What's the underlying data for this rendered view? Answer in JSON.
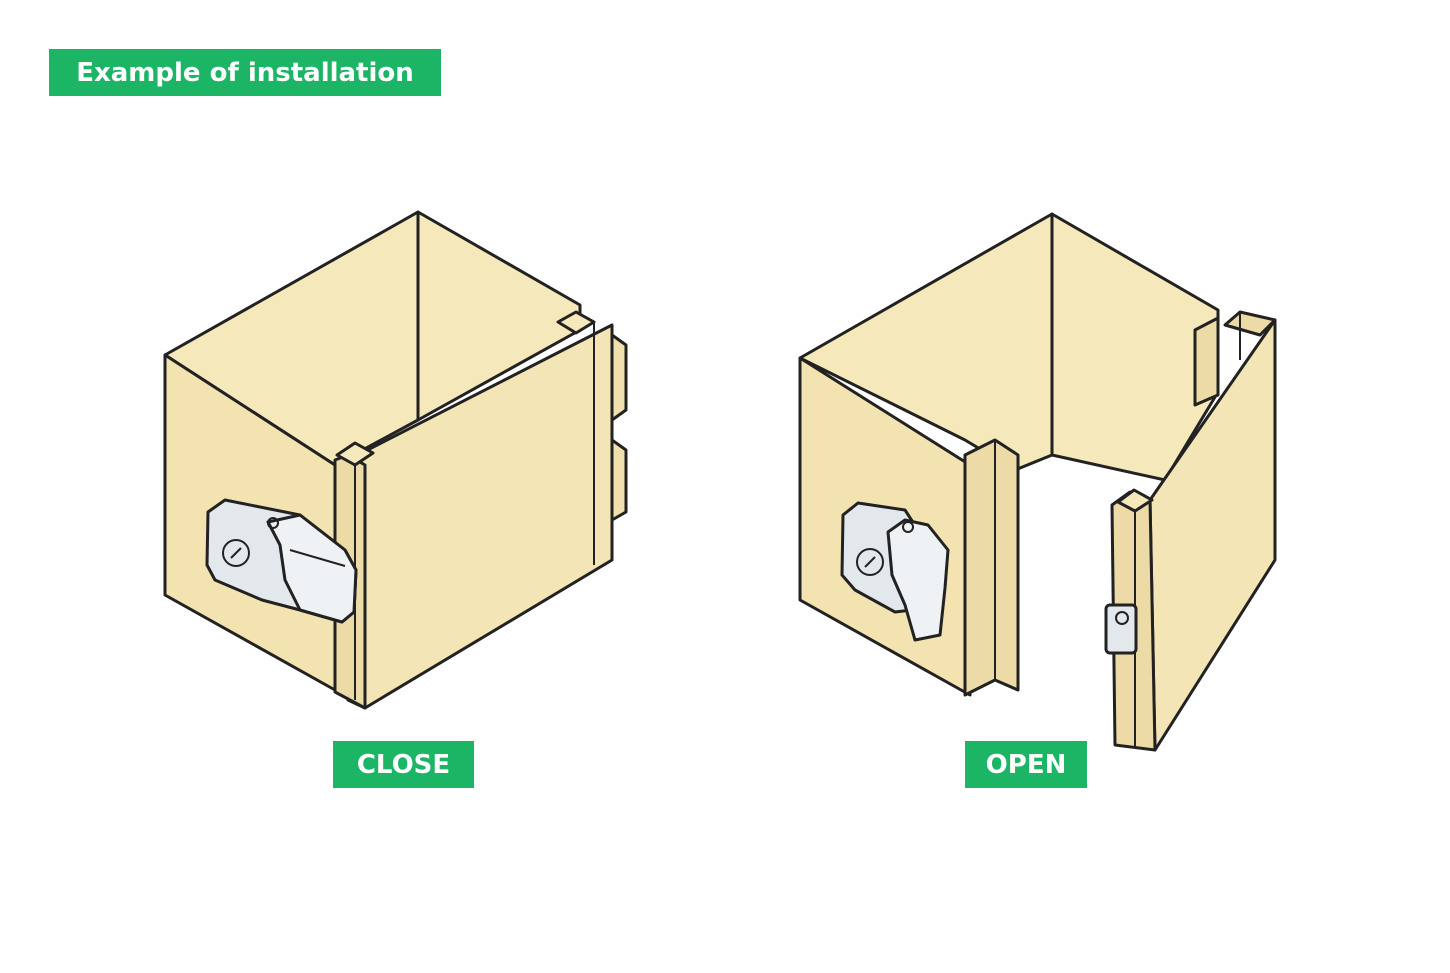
{
  "title_label": "Example of installation",
  "close_label": "CLOSE",
  "open_label": "OPEN",
  "colors": {
    "accent": "#1cb566",
    "panel": "#f3e5b5",
    "panel_shade": "#e9d8a2",
    "outline": "#222222",
    "latch": "#e8edf1"
  }
}
